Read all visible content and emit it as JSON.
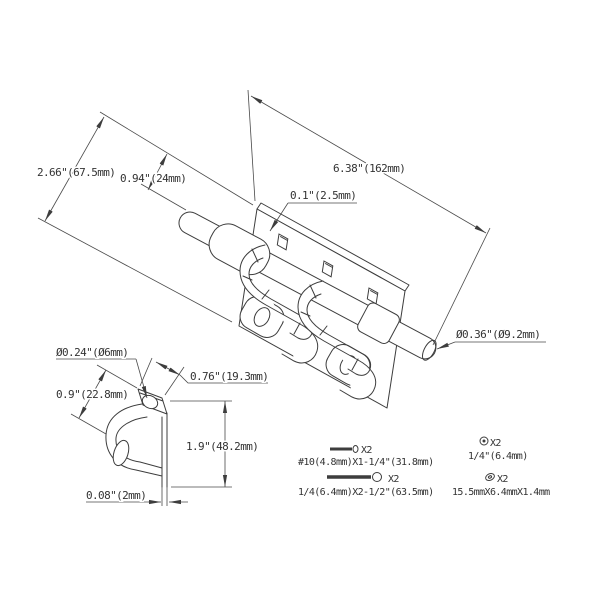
{
  "main_view": {
    "width": "2.66\"(67.5mm)",
    "rod_offset": "0.94\"(24mm)",
    "overall_length": "6.38\"(162mm)",
    "plate_thickness": "0.1\"(2.5mm)",
    "rod_diameter": "Ø0.36\"(Ø9.2mm)"
  },
  "staple_view": {
    "hole_diameter": "Ø0.24\"(Ø6mm)",
    "tab_length": "0.76\"(19.3mm)",
    "face_length": "0.9\"(22.8mm)",
    "overall_height": "1.9\"(48.2mm)",
    "material_thickness": "0.08\"(2mm)"
  },
  "hardware": {
    "screws": {
      "qty": "X2",
      "spec": "#10(4.8mm)X1-1/4\"(31.8mm)"
    },
    "bolts": {
      "qty": "X2",
      "spec": "1/4(6.4mm)X2-1/2\"(63.5mm)"
    },
    "nuts": {
      "qty": "X2",
      "spec": "1/4\"(6.4mm)"
    },
    "washers": {
      "qty": "X2",
      "spec": "15.5mmX6.4mmX1.4mm"
    }
  },
  "colors": {
    "line": "#3d3d3d",
    "background": "#ffffff"
  }
}
